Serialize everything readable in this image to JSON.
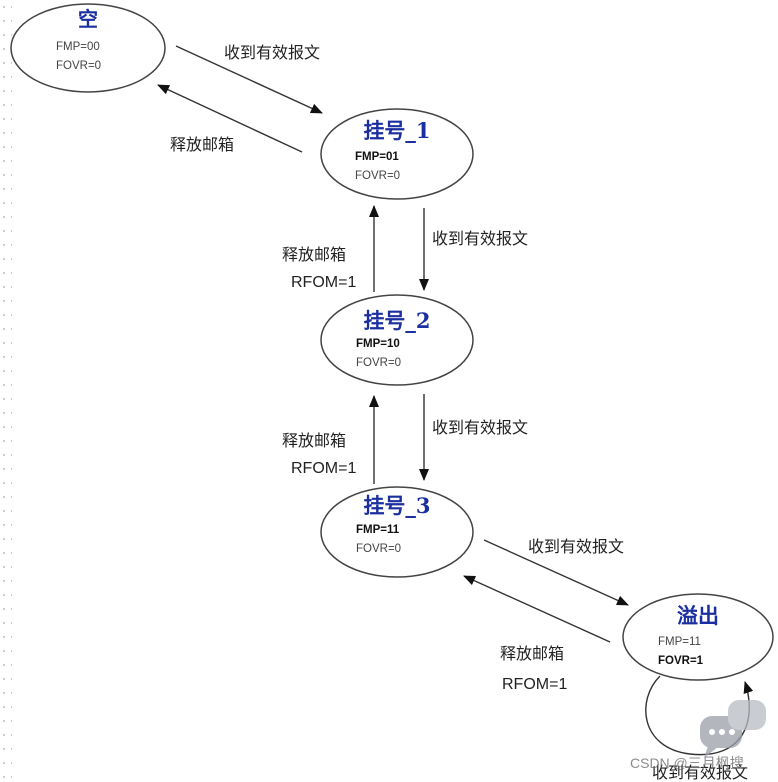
{
  "states": {
    "empty": {
      "title": "空",
      "fmp": "FMP=00",
      "fovr": "FOVR=0"
    },
    "pend1": {
      "title": "挂号_1",
      "fmp": "FMP=01",
      "fovr": "FOVR=0"
    },
    "pend2": {
      "title": "挂号_2",
      "fmp": "FMP=10",
      "fovr": "FOVR=0"
    },
    "pend3": {
      "title": "挂号_3",
      "fmp": "FMP=11",
      "fovr": "FOVR=0"
    },
    "overrun": {
      "title": "溢出",
      "fmp": "FMP=11",
      "fovr": "FOVR=1"
    }
  },
  "edges": {
    "receive_label": "收到有效报文",
    "release_label": "释放邮箱",
    "rfom_label": "RFOM=1"
  },
  "watermark": {
    "text": "CSDN @三月枫搜"
  }
}
